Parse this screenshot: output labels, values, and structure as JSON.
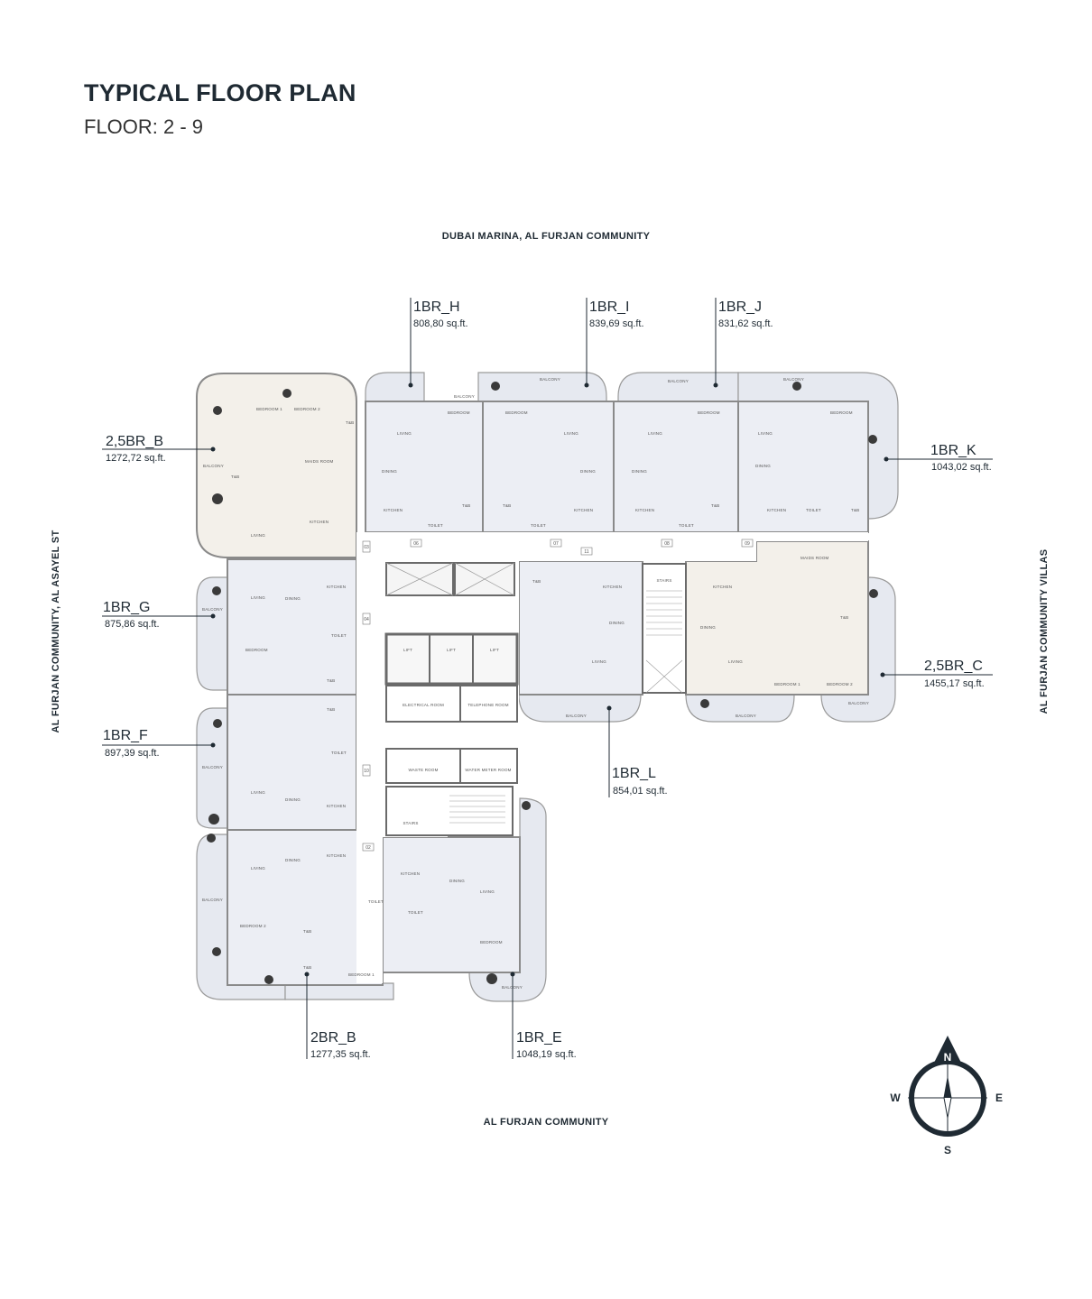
{
  "header": {
    "title": "TYPICAL FLOOR PLAN",
    "subtitle": "FLOOR: 2 - 9"
  },
  "surroundings": {
    "north": "DUBAI MARINA, AL FURJAN COMMUNITY",
    "south": "AL FURJAN COMMUNITY",
    "west": "AL FURJAN COMMUNITY, AL ASAYEL ST",
    "east": "AL FURJAN COMMUNITY VILLAS"
  },
  "units": [
    {
      "name": "1BR_H",
      "area": "808,80 sq.ft."
    },
    {
      "name": "1BR_I",
      "area": "839,69 sq.ft."
    },
    {
      "name": "1BR_J",
      "area": "831,62 sq.ft."
    },
    {
      "name": "2,5BR_B",
      "area": "1272,72 sq.ft."
    },
    {
      "name": "1BR_K",
      "area": "1043,02 sq.ft."
    },
    {
      "name": "1BR_G",
      "area": "875,86 sq.ft."
    },
    {
      "name": "2,5BR_C",
      "area": "1455,17 sq.ft."
    },
    {
      "name": "1BR_F",
      "area": "897,39 sq.ft."
    },
    {
      "name": "1BR_L",
      "area": "854,01 sq.ft."
    },
    {
      "name": "2BR_B",
      "area": "1277,35 sq.ft."
    },
    {
      "name": "1BR_E",
      "area": "1048,19 sq.ft."
    }
  ],
  "rooms": {
    "living": "LIVING",
    "kitchen": "KITCHEN",
    "dining": "DINING",
    "bedroom": "BEDROOM",
    "bedroom_1": "BEDROOM 1",
    "bedroom_2": "BEDROOM 2",
    "balcony": "BALCONY",
    "maids_room": "MAIDS ROOM",
    "toilet": "TOILET",
    "tb": "T&B",
    "lift": "LIFT",
    "stairs": "STAIRS",
    "electrical_room": "ELECTRICAL ROOM",
    "telephone_room": "TELEPHONE ROOM",
    "waste_room": "WASTE ROOM",
    "water_meter_room": "WATER METER ROOM"
  },
  "door_tags": [
    "06",
    "07",
    "08",
    "09",
    "11",
    "02",
    "03",
    "04",
    "10"
  ],
  "compass": {
    "n": "N",
    "s": "S",
    "e": "E",
    "w": "W"
  },
  "colors": {
    "ink": "#1f2a33",
    "one_bed_fill": "#eceef4",
    "large_unit_fill": "#f3f0ea",
    "balcony_fill": "#e6e9f0",
    "wall": "#8a8a8a",
    "core_fill": "#ffffff"
  }
}
